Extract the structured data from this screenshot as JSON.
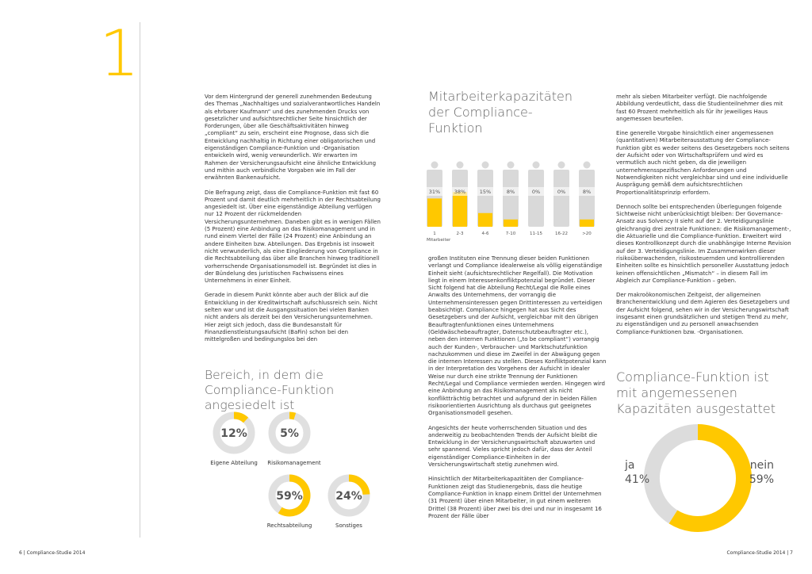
{
  "chapter_number": "1",
  "left_page": {
    "paragraphs": [
      "Vor dem Hintergrund der generell zunehmenden Bedeutung des Themas „Nachhaltiges und sozialverantwortliches Handeln als ehrbarer Kaufmann“ und des zunehmenden Drucks von gesetzlicher und aufsichtsrechtlicher Seite hinsichtlich der Forderungen, über alle Geschäftsaktivitäten hinweg „compliant“ zu sein, erscheint eine Prognose, dass sich die Entwicklung nachhaltig in Richtung einer obligatorischen und eigenständigen Compliance-Funktion und -Organisation entwickeln wird, wenig verwunderlich. Wir erwarten im Rahmen der Versicherungsaufsicht eine ähnliche Entwicklung und mithin auch verbindliche Vorgaben wie im Fall der erwähnten Bankenaufsicht.",
      "Die Befragung zeigt, dass die Compliance-Funktion mit fast 60 Prozent und damit deutlich mehrheitlich in der Rechtsabteilung angesiedelt ist. Über eine eigenständige Abteilung verfügen nur 12 Prozent der rückmeldenden Versicherungsunternehmen. Daneben gibt es in wenigen Fällen (5 Prozent) eine Anbindung an das Risikomanagement und in rund einem Viertel der Fälle (24 Prozent) eine Anbindung an andere Einheiten bzw. Abteilungen. Das Ergebnis ist insoweit nicht verwunderlich, als eine Eingliederung von Compliance in die Rechtsabteilung das über alle Branchen hinweg traditionell vorherrschende Organisationsmodell ist. Begründet ist dies in der Bündelung des juristischen Fachwissens eines Unternehmens in einer Einheit.",
      "Gerade in diesem Punkt könnte aber auch der Blick auf die Entwicklung in der Kreditwirtschaft aufschlussreich sein. Nicht selten war und ist die Ausgangssituation bei vielen Banken nicht anders als derzeit bei den Versicherungsunternehmen. Hier zeigt sich jedoch, dass die Bundesanstalt für Finanzdienstleistungsaufsicht (BaFin) schon bei den mittelgroßen und bedingungslos bei den"
    ],
    "heading": "Bereich, in dem die Compliance-Funktion angesiedelt ist",
    "footer": "6  |  Compliance-Studie 2014"
  },
  "donuts": [
    {
      "pct_label": "12%",
      "label": "Eigene Abteilung",
      "value": 12
    },
    {
      "pct_label": "5%",
      "label": "Risikomanagement",
      "value": 5
    },
    {
      "pct_label": "59%",
      "label": "Rechtsabteilung",
      "value": 59
    },
    {
      "pct_label": "24%",
      "label": "Sonstiges",
      "value": 24
    }
  ],
  "middle": {
    "heading": "Mitarbeiterkapazitäten der Compliance-Funktion",
    "paragraphs": [
      "großen Instituten eine Trennung dieser beiden Funktionen verlangt und Compliance idealerweise als völlig eigenständige Einheit sieht (aufsichtsrechtlicher Regelfall). Die Motivation liegt in einem Interessenkonfliktpotenzial begründet. Dieser Sicht folgend hat die Abteilung Recht/Legal die Rolle eines Anwalts des Unternehmens, der vorrangig die Unternehmensinteressen gegen Drittinteressen zu verteidigen beabsichtigt. Compliance hingegen hat aus Sicht des Gesetzgebers und der Aufsicht, vergleichbar mit den übrigen Beauftragtenfunktionen eines Unternehmens (Geldwäschebeauftragter, Datenschutzbeauftragter etc.), neben den internen Funktionen („to be compliant“) vorrangig auch der Kunden-, Verbraucher- und Marktschutzfunktion nachzukommen und diese im Zweifel in der Abwägung gegen die internen Interessen zu stellen. Dieses Konfliktpotenzial kann in der Interpretation des Vorgehens der Aufsicht in idealer Weise nur durch eine strikte Trennung der Funktionen Recht/Legal und Compliance vermieden werden. Hingegen wird eine Anbindung an das Risikomanagement als nicht konfliktträchtig betrachtet und aufgrund der in beiden Fällen risikoorientierten Ausrichtung als durchaus gut geeignetes Organisationsmodell gesehen.",
      "Angesichts der heute vorherrschenden Situation und des anderweitig zu beobachtenden Trends der Aufsicht bleibt die Entwicklung in der Versicherungswirtschaft abzuwarten und sehr spannend. Vieles spricht jedoch dafür, dass der Anteil eigenständiger Compliance-Einheiten in der Versicherungswirtschaft stetig zunehmen wird.",
      "Hinsichtlich der Mitarbeiterkapazitäten der Compliance-Funktionen zeigt das Studienergebnis, dass die heutige Compliance-Funktion in knapp einem Drittel der Unternehmen (31 Prozent) über einen Mitarbeiter, in gut einem weiteren Drittel (38 Prozent) über zwei bis drei und nur in insgesamt 16 Prozent der Fälle über"
    ]
  },
  "chart_data": [
    {
      "type": "bar",
      "title": "",
      "xlabel": "Mitarbeiter",
      "categories": [
        "1",
        "2-3",
        "4-6",
        "7-10",
        "11-15",
        "16-22",
        ">20"
      ],
      "values": [
        31,
        38,
        15,
        8,
        0,
        0,
        8
      ],
      "labels": [
        "31%",
        "38%",
        "15%",
        "8%",
        "0%",
        "0%",
        "8%"
      ],
      "colors": {
        "fill": "#ffc800",
        "figure": "#d9d9d9"
      }
    },
    {
      "type": "pie",
      "title": "Compliance-Funktion ist mit angemessenen Kapazitäten ausgestattet",
      "labels": [
        "ja",
        "nein"
      ],
      "values": [
        41,
        59
      ],
      "value_labels": [
        "41%",
        "59%"
      ],
      "colors": [
        "#dcdcdc",
        "#ffc800"
      ]
    }
  ],
  "right_page": {
    "paragraphs": [
      "mehr als sieben Mitarbeiter verfügt. Die nachfolgende Abbildung verdeutlicht, dass die Studienteilnehmer dies mit fast 60 Prozent mehrheitlich als für ihr jeweiliges Haus angemessen beurteilen.",
      "Eine generelle Vorgabe hinsichtlich einer angemessenen (quantitativen) Mitarbeiterausstattung der Compliance-Funktion gibt es weder seitens des Gesetzgebers noch seitens der Aufsicht oder von Wirtschaftsprüfern und wird es vermutlich auch nicht geben, da die jeweiligen unternehmensspezifischen Anforderungen und Notwendigkeiten nicht vergleichbar sind und eine individuelle Ausprägung gemäß dem aufsichtsrechtlichen Proportionalitätsprinzip erfordern.",
      "Dennoch sollte bei entsprechenden Überlegungen folgende Sichtweise nicht unberücksichtigt bleiben: Der Governance-Ansatz aus Solvency II sieht auf der 2. Verteidigungslinie gleichrangig drei zentrale Funktionen: die Risikomanagement-, die Aktuarielle und die Compliance-Funktion. Erweitert wird dieses Kontrollkonzept durch die unabhängige Interne Revision auf der 3. Verteidigungslinie. Im Zusammenwirken dieser risikoüberwachenden, risikosteuernden und kontrollierenden Einheiten sollte es hinsichtlich personeller Ausstattung jedoch keinen offensichtlichen „Mismatch“ – in diesem Fall im Abgleich zur Compliance-Funktion – geben.",
      "Der makroökonomischen Zeitgeist, der allgemeinen Branchenentwicklung und dem Agieren des Gesetzgebers und der Aufsicht folgend, sehen wir in der Versicherungswirtschaft insgesamt einen grundsätzlichen und stetigen Trend zu mehr, zu eigenständigen und zu personell anwachsenden Compliance-Funktionen bzw. -Organisationen."
    ],
    "footer": "Compliance-Studie 2014  |  7"
  }
}
